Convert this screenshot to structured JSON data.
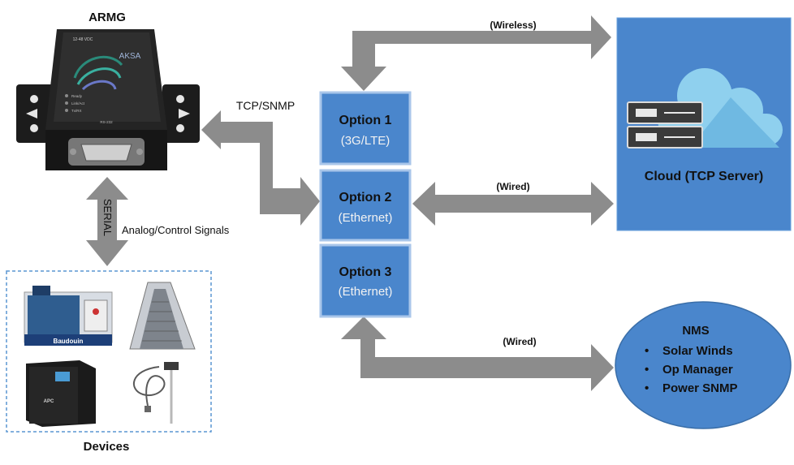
{
  "diagram": {
    "device_title": "ARMG",
    "device_brand": "AKSA",
    "device_top_text": "12-48 VDC",
    "device_leds": [
      "Ready",
      "Link/Act",
      "Tx/RX"
    ],
    "device_port_label": "RS-232",
    "tcp_label": "TCP/SNMP",
    "serial_label": "SERIAL",
    "signals_label": "Analog/Control Signals",
    "devices_label": "Devices",
    "generator_brand": "Baudouin",
    "ups_brand": "APC",
    "options": [
      {
        "title": "Option 1",
        "subtitle": "(3G/LTE)"
      },
      {
        "title": "Option 2",
        "subtitle": "(Ethernet)"
      },
      {
        "title": "Option 3",
        "subtitle": "(Ethernet)"
      }
    ],
    "links": {
      "wireless": "(Wireless)",
      "wired_cloud": "(Wired)",
      "wired_nms": "(Wired)"
    },
    "cloud_label": "Cloud (TCP Server)",
    "nms": {
      "title": "NMS",
      "items": [
        "Solar Winds",
        "Op Manager",
        "Power SNMP"
      ]
    },
    "colors": {
      "option_fill": "#4a86cc",
      "option_border": "#a9c6ea",
      "cloud_bg": "#4a86cc",
      "cloud_shape": "#8fd0ee",
      "nms_fill": "#4a86cc",
      "arrow": "#8c8c8c"
    }
  }
}
